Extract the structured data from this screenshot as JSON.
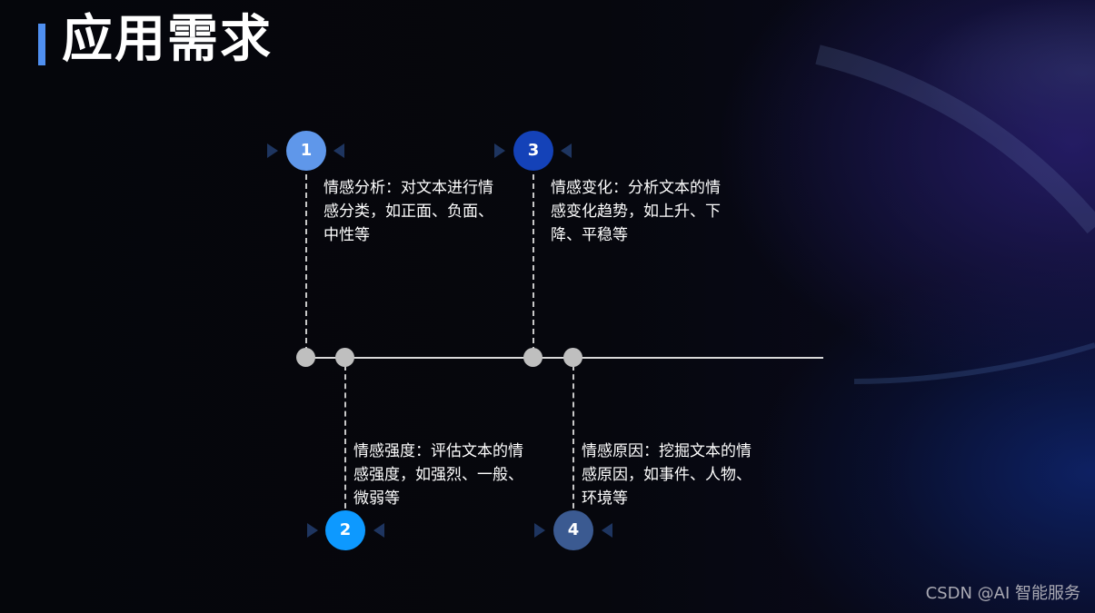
{
  "slide": {
    "title": "应用需求"
  },
  "colors": {
    "accent_bar": "#4f8ff0",
    "badge_1": "#5f97ea",
    "badge_2": "#0d99ff",
    "badge_3": "#1442b8",
    "badge_4": "#3b5a91",
    "timeline": "#d9d9d9",
    "dot": "#bfbfbf"
  },
  "timeline": {
    "items": [
      {
        "number": "1",
        "text": "情感分析：对文本进行情感分类，如正面、负面、中性等"
      },
      {
        "number": "2",
        "text": "情感强度：评估文本的情感强度，如强烈、一般、微弱等"
      },
      {
        "number": "3",
        "text": "情感变化：分析文本的情感变化趋势，如上升、下降、平稳等"
      },
      {
        "number": "4",
        "text": "情感原因：挖掘文本的情感原因，如事件、人物、环境等"
      }
    ]
  },
  "watermark": "CSDN @AI 智能服务"
}
